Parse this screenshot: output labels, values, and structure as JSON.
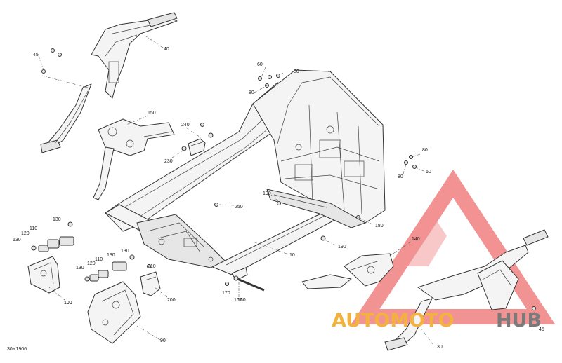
{
  "diagram": {
    "part_code": "30Y1906",
    "callouts": [
      {
        "id": "c40a",
        "label": "40"
      },
      {
        "id": "c45a",
        "label": "45"
      },
      {
        "id": "c60a",
        "label": "60"
      },
      {
        "id": "c80a",
        "label": "80"
      },
      {
        "id": "c80b",
        "label": "80"
      },
      {
        "id": "c150",
        "label": "150"
      },
      {
        "id": "c240",
        "label": "240"
      },
      {
        "id": "c230",
        "label": "230"
      },
      {
        "id": "c250",
        "label": "250"
      },
      {
        "id": "c100a",
        "label": "100"
      },
      {
        "id": "c160",
        "label": "160"
      },
      {
        "id": "c80c",
        "label": "80"
      },
      {
        "id": "c60b",
        "label": "60"
      },
      {
        "id": "c80d",
        "label": "80"
      },
      {
        "id": "c190a",
        "label": "190"
      },
      {
        "id": "c180",
        "label": "180"
      },
      {
        "id": "c190b",
        "label": "190"
      },
      {
        "id": "c10",
        "label": "10"
      },
      {
        "id": "c140",
        "label": "140"
      },
      {
        "id": "c130a",
        "label": "130"
      },
      {
        "id": "c120a",
        "label": "120"
      },
      {
        "id": "c110a",
        "label": "110"
      },
      {
        "id": "c130b",
        "label": "130"
      },
      {
        "id": "c130c",
        "label": "130"
      },
      {
        "id": "c120b",
        "label": "120"
      },
      {
        "id": "c110b",
        "label": "110"
      },
      {
        "id": "c130d",
        "label": "130"
      },
      {
        "id": "c130e",
        "label": "130"
      },
      {
        "id": "c210",
        "label": "210"
      },
      {
        "id": "c200",
        "label": "200"
      },
      {
        "id": "c170",
        "label": "170"
      },
      {
        "id": "c160b",
        "label": "160"
      },
      {
        "id": "c100b",
        "label": "100"
      },
      {
        "id": "c90",
        "label": "90"
      },
      {
        "id": "c30",
        "label": "30"
      },
      {
        "id": "c45b",
        "label": "45"
      }
    ]
  },
  "watermark": {
    "word_a": "AUTOMOTO",
    "word_b": "HUB",
    "colors": {
      "triangle": "#f08080",
      "word_a": "#f3b13f",
      "word_b": "#7a7a7a"
    }
  }
}
